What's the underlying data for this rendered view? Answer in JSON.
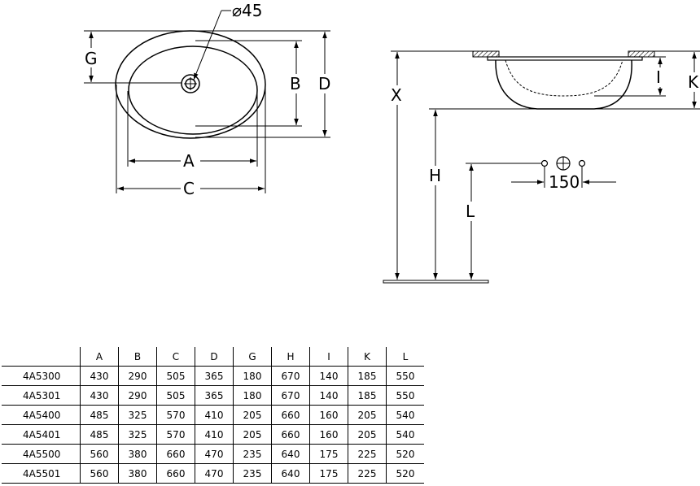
{
  "diagram": {
    "labels": {
      "diameter": "⌀45",
      "g": "G",
      "b": "B",
      "d": "D",
      "a": "A",
      "c": "C",
      "x": "X",
      "i": "I",
      "k": "K",
      "h": "H",
      "l": "L",
      "spacing": "150"
    }
  },
  "table": {
    "headers": [
      "",
      "A",
      "B",
      "C",
      "D",
      "G",
      "H",
      "I",
      "K",
      "L"
    ],
    "rows": [
      [
        "4A5300",
        "430",
        "290",
        "505",
        "365",
        "180",
        "670",
        "140",
        "185",
        "550"
      ],
      [
        "4A5301",
        "430",
        "290",
        "505",
        "365",
        "180",
        "670",
        "140",
        "185",
        "550"
      ],
      [
        "4A5400",
        "485",
        "325",
        "570",
        "410",
        "205",
        "660",
        "160",
        "205",
        "540"
      ],
      [
        "4A5401",
        "485",
        "325",
        "570",
        "410",
        "205",
        "660",
        "160",
        "205",
        "540"
      ],
      [
        "4A5500",
        "560",
        "380",
        "660",
        "470",
        "235",
        "640",
        "175",
        "225",
        "520"
      ],
      [
        "4A5501",
        "560",
        "380",
        "660",
        "470",
        "235",
        "640",
        "175",
        "225",
        "520"
      ]
    ]
  }
}
